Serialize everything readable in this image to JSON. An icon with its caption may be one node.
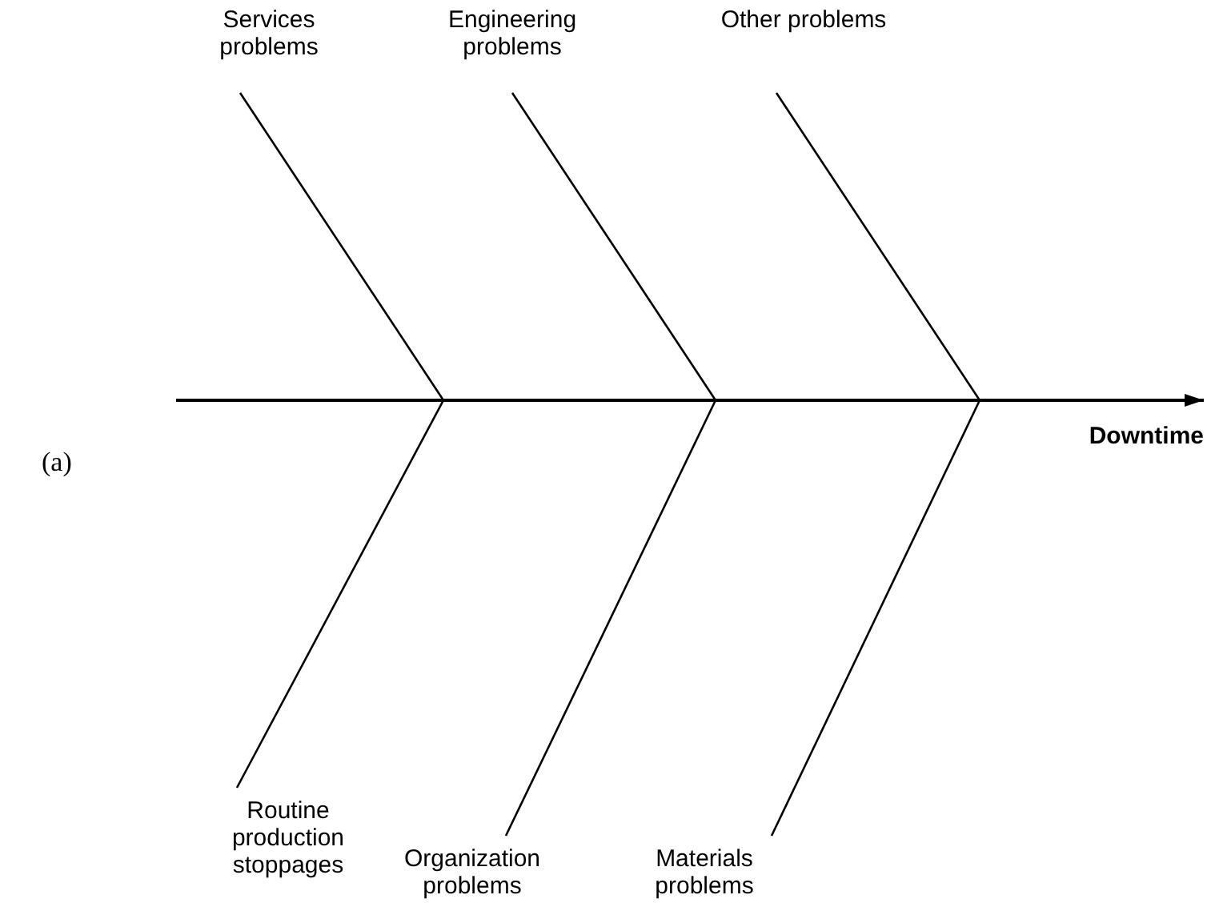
{
  "diagram": {
    "nodes": [
      {
        "text": [
          "Services problems"
        ]
      },
      {
        "text": [
          "Engineering problems"
        ]
      },
      {
        "text": [
          "Other problems"
        ]
      },
      {
        "text": [
          "Routine production stoppages"
        ]
      },
      {
        "text": [
          "Organization problems"
        ]
      },
      {
        "text": [
          "Materials problems"
        ]
      },
      {
        "text": [
          "Downtime"
        ]
      }
    ],
    "edges": [
      {
        "from": null,
        "to": 6,
        "arrow": "to"
      },
      {
        "from": 0,
        "to": null,
        "arrow": "none"
      },
      {
        "from": 1,
        "to": null,
        "arrow": "none"
      },
      {
        "from": 2,
        "to": null,
        "arrow": "none"
      },
      {
        "from": 3,
        "to": null,
        "arrow": "none"
      },
      {
        "from": 4,
        "to": null,
        "arrow": "none"
      },
      {
        "from": 5,
        "to": null,
        "arrow": "none"
      }
    ],
    "labels": [
      "(a)"
    ]
  }
}
